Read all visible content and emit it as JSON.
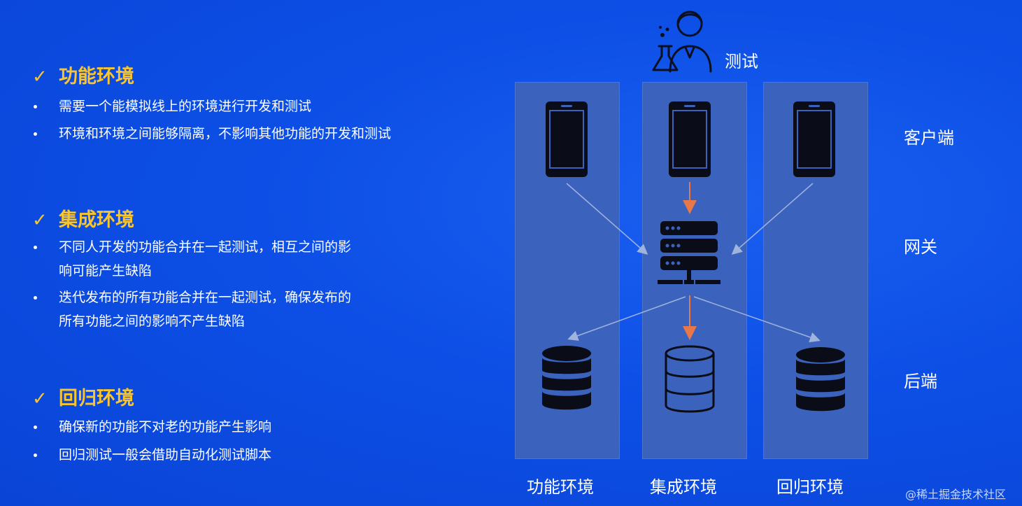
{
  "sections": [
    {
      "title": "功能环境",
      "bullets": [
        [
          "需要一个能模拟线上的环境进行开发和测试"
        ],
        [
          "环境和环境之间能够隔离，不影响其他功能的开发和测试"
        ]
      ]
    },
    {
      "title": "集成环境",
      "bullets": [
        [
          "不同人开发的功能合并在一起测试，相互之间的影",
          "响可能产生缺陷"
        ],
        [
          "迭代发布的所有功能合并在一起测试，确保发布的",
          "所有功能之间的影响不产生缺陷"
        ]
      ]
    },
    {
      "title": "回归环境",
      "bullets": [
        [
          "确保新的功能不对老的功能产生影响"
        ],
        [
          "回归测试一般会借助自动化测试脚本"
        ]
      ]
    }
  ],
  "diagram": {
    "tester_label": "测试",
    "columns": [
      "功能环境",
      "集成环境",
      "回归环境"
    ],
    "layers": [
      "客户端",
      "网关",
      "后端"
    ],
    "icons": {
      "tester": "scientist-icon",
      "client": "phone-icon",
      "gateway": "server-icon",
      "backend": "database-icon"
    },
    "colors": {
      "accent": "#f7c531",
      "column": "#3b63be",
      "highlight_arrow": "#e8774a",
      "arrow": "#9fb3dc"
    }
  },
  "watermark": "@稀土掘金技术社区"
}
